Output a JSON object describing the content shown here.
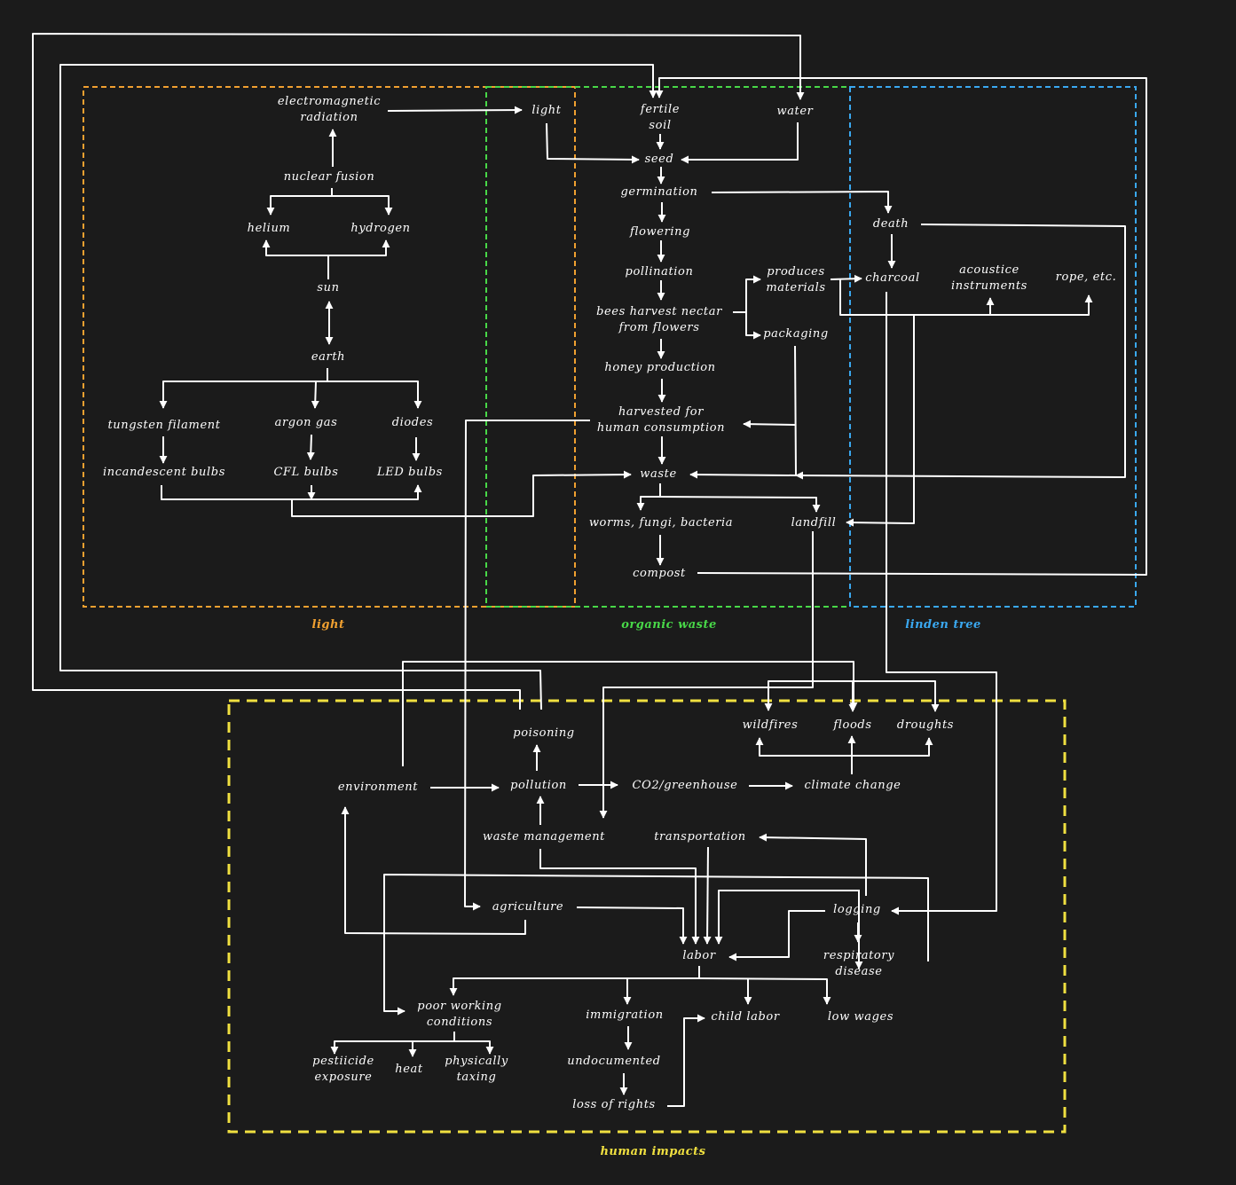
{
  "groups": {
    "light": {
      "label": "light",
      "color": "#f0a030"
    },
    "organic_waste": {
      "label": "organic waste",
      "color": "#48d848"
    },
    "linden_tree": {
      "label": "linden tree",
      "color": "#3aa8f0"
    },
    "human_impacts": {
      "label": "human impacts",
      "color": "#f0e040"
    }
  },
  "nodes": {
    "electromagnetic_radiation": [
      "electromagnetic",
      "radiation"
    ],
    "nuclear_fusion": [
      "nuclear fusion"
    ],
    "helium": [
      "helium"
    ],
    "hydrogen": [
      "hydrogen"
    ],
    "sun": [
      "sun"
    ],
    "earth": [
      "earth"
    ],
    "tungsten_filament": [
      "tungsten filament"
    ],
    "argon_gas": [
      "argon gas"
    ],
    "diodes": [
      "diodes"
    ],
    "incandescent_bulbs": [
      "incandescent bulbs"
    ],
    "cfl_bulbs": [
      "CFL bulbs"
    ],
    "led_bulbs": [
      "LED bulbs"
    ],
    "light": [
      "light"
    ],
    "fertile_soil": [
      "fertile",
      "soil"
    ],
    "water": [
      "water"
    ],
    "seed": [
      "seed"
    ],
    "germination": [
      "germination"
    ],
    "flowering": [
      "flowering"
    ],
    "pollination": [
      "pollination"
    ],
    "bees_harvest": [
      "bees harvest nectar",
      "from flowers"
    ],
    "honey_production": [
      "honey production"
    ],
    "harvested": [
      "harvested for",
      "human consumption"
    ],
    "waste": [
      "waste"
    ],
    "worms": [
      "worms, fungi, bacteria"
    ],
    "landfill": [
      "landfill"
    ],
    "compost": [
      "compost"
    ],
    "produces_materials": [
      "produces",
      "materials"
    ],
    "packaging": [
      "packaging"
    ],
    "death": [
      "death"
    ],
    "charcoal": [
      "charcoal"
    ],
    "acoustic_instruments": [
      "acoustice",
      "instruments"
    ],
    "rope": [
      "rope, etc."
    ],
    "poisoning": [
      "poisoning"
    ],
    "wildfires": [
      "wildfires"
    ],
    "floods": [
      "floods"
    ],
    "droughts": [
      "droughts"
    ],
    "environment": [
      "environment"
    ],
    "pollution": [
      "pollution"
    ],
    "co2": [
      "CO2/greenhouse"
    ],
    "climate_change": [
      "climate change"
    ],
    "waste_management": [
      "waste management"
    ],
    "transportation": [
      "transportation"
    ],
    "agriculture": [
      "agriculture"
    ],
    "logging": [
      "logging"
    ],
    "labor": [
      "labor"
    ],
    "respiratory_disease": [
      "respiratory",
      "disease"
    ],
    "poor_working_conditions": [
      "poor working",
      "conditions"
    ],
    "immigration": [
      "immigration"
    ],
    "child_labor": [
      "child labor"
    ],
    "low_wages": [
      "low wages"
    ],
    "pesticide_exposure": [
      "pestiicide",
      "exposure"
    ],
    "heat": [
      "heat"
    ],
    "physically_taxing": [
      "physically",
      "taxing"
    ],
    "undocumented": [
      "undocumented"
    ],
    "loss_of_rights": [
      "loss of rights"
    ]
  }
}
